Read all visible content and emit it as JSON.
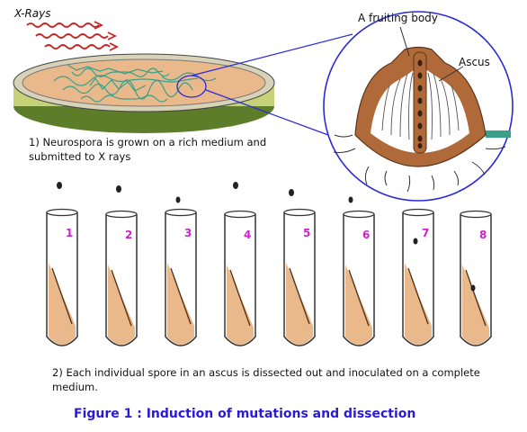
{
  "labels": {
    "xrays": "X-Rays",
    "fruiting_body": "A fruiting body",
    "ascus": "Ascus",
    "step1": "1) Neurospora is grown on a rich medium and submitted to X rays",
    "step2": "2) Each individual spore in an ascus is dissected out and inoculated on a complete medium.",
    "figure_caption": "Figure 1 : Induction of mutations and dissection"
  },
  "tubes": [
    {
      "number": "1"
    },
    {
      "number": "2"
    },
    {
      "number": "3"
    },
    {
      "number": "4"
    },
    {
      "number": "5"
    },
    {
      "number": "6"
    },
    {
      "number": "7"
    },
    {
      "number": "8"
    }
  ],
  "colors": {
    "medium": "#e9b98c",
    "dish_rim": "#5e7d2a",
    "fruiting_body": "#b06a3a",
    "mycelium": "#3aa08a",
    "xray_arrows": "#cc2222",
    "tube_number": "#cc22cc",
    "caption": "#2a1ad8",
    "zoom_lines": "#2a2ad8"
  }
}
